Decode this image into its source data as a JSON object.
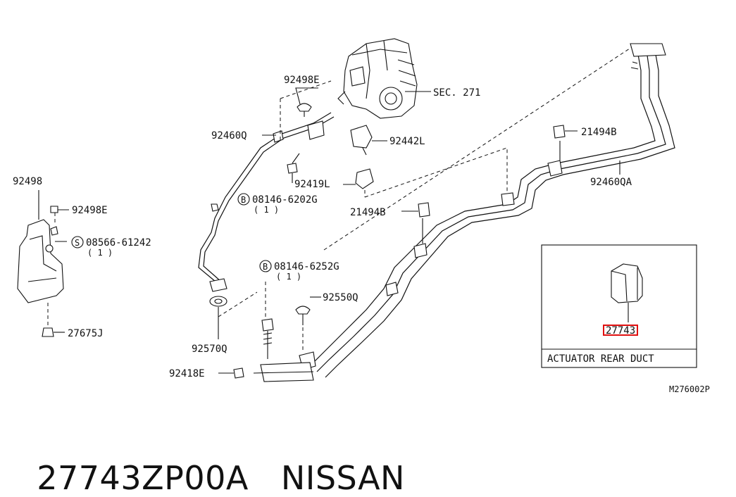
{
  "labels": {
    "sec271": "SEC. 271",
    "p92498E_top": "92498E",
    "p92460Q": "92460Q",
    "p92442L": "92442L",
    "p92419L": "92419L",
    "bolt1": "08146-6202G",
    "bolt1_qty": "( 1 )",
    "p92498": "92498",
    "p92498E_left": "92498E",
    "screw": "08566-61242",
    "screw_qty": "( 1 )",
    "p27675J": "27675J",
    "p21494B_right": "21494B",
    "p92460QA": "92460QA",
    "p21494B_mid": "21494B",
    "bolt2": "08146-6252G",
    "bolt2_qty": "( 1 )",
    "p92550Q": "92550Q",
    "p92570Q": "92570Q",
    "p92418E": "92418E",
    "inset_part": "27743",
    "inset_title": "ACTUATOR REAR DUCT",
    "diagram_code": "M276002P",
    "circle_b": "B",
    "circle_s": "S"
  },
  "footer": {
    "part_number": "27743ZP00A",
    "brand": "NISSAN"
  },
  "colors": {
    "highlight": "#e01010",
    "ink": "#111111"
  }
}
